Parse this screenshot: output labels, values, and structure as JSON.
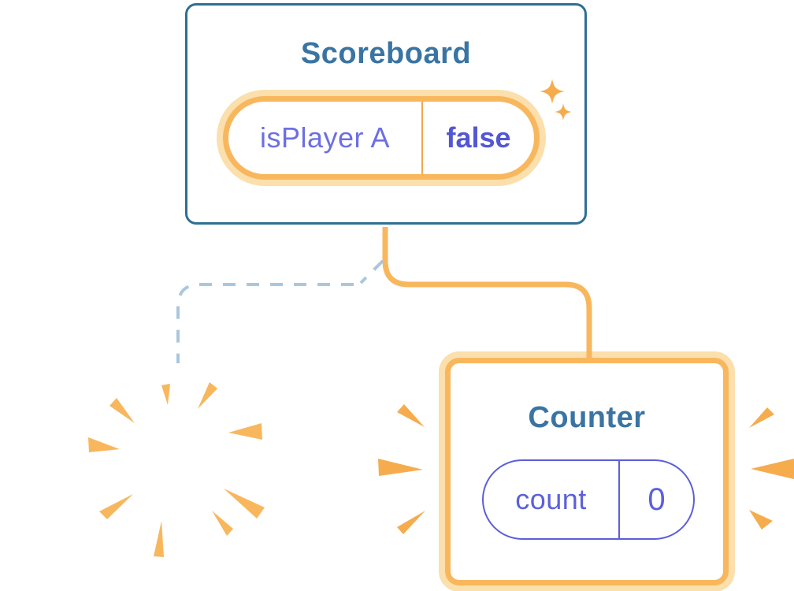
{
  "scoreboard": {
    "title": "Scoreboard",
    "state": {
      "label": "isPlayer A",
      "value": "false"
    }
  },
  "counter": {
    "title": "Counter",
    "state": {
      "label": "count",
      "value": "0"
    }
  },
  "icons": {
    "sparkle_icon": "✦ four-point star (state just updated)",
    "burst_rays_icon": "radiating orange wedges (poof / emphasis)"
  },
  "colors": {
    "background": "#FFFFFF",
    "card_border_blue": "#2F6F94",
    "title_blue": "#3A74A3",
    "orange": "#F8B75D",
    "orange_glow": "#FBDFAC",
    "orange_divider": "#F1A74B",
    "accent_orange": "#F6AC4D",
    "purple_label": "#6C6FE3",
    "purple_value_bold": "#5356D5",
    "purple_counter": "#5C60DB",
    "purple_pill_border": "#5B5FD9",
    "dashed_connector_blue": "#A9C7DF"
  }
}
